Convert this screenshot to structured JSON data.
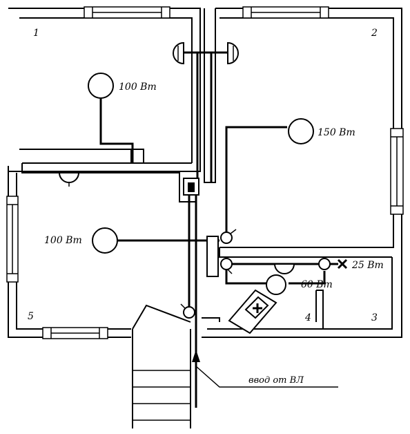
{
  "rooms": [
    {
      "number": "1"
    },
    {
      "number": "2"
    },
    {
      "number": "3"
    },
    {
      "number": "4"
    },
    {
      "number": "5"
    }
  ],
  "lamps": [
    {
      "power": "100 Вт"
    },
    {
      "power": "150 Вт"
    },
    {
      "power": "100 Вт"
    },
    {
      "power": "60 Вт"
    },
    {
      "power": "25 Вт"
    }
  ],
  "entry_label": "ввод от ВЛ",
  "colors": {
    "line": "#000000",
    "background": "#ffffff"
  }
}
